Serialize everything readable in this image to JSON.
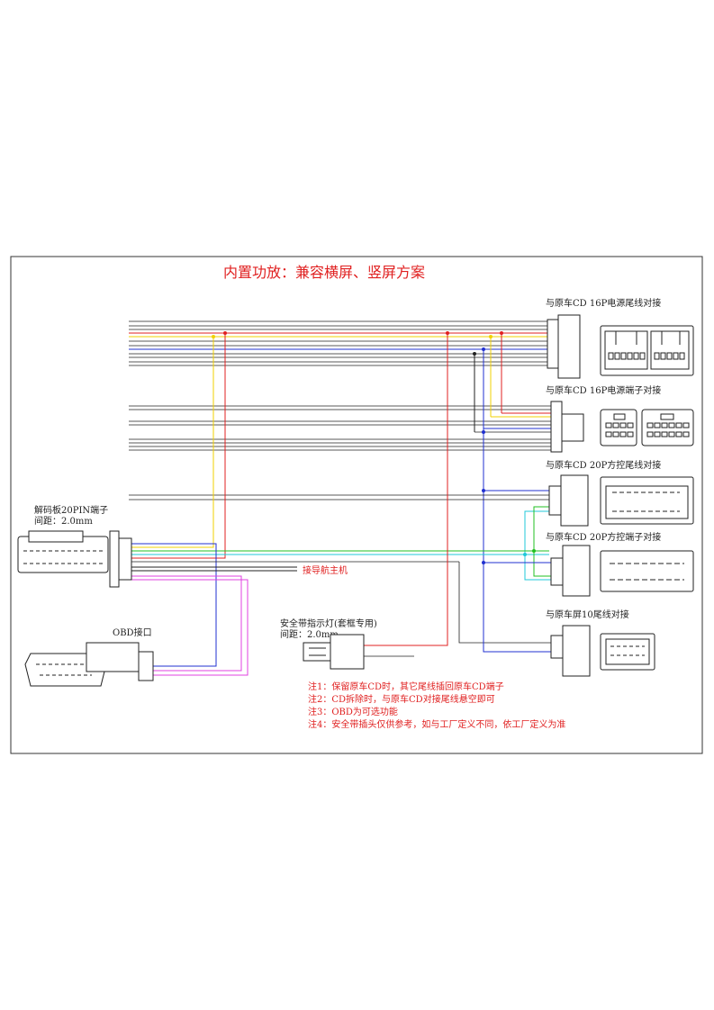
{
  "title": "内置功放：兼容横屏、竖屏方案",
  "connectors": {
    "cd16p_tail": "与原车CD 16P电源尾线对接",
    "cd16p_term": "与原车CD 16P电源端子对接",
    "cd20p_tail": "与原车CD 20P方控尾线对接",
    "cd20p_term": "与原车CD 20P方控端子对接",
    "screen10_tail": "与原车屏10尾线对接",
    "decoder_title": "解码板20PIN端子",
    "decoder_pitch": "间距：2.0mm",
    "obd": "OBD接口",
    "seatbelt_title": "安全带指示灯(套框专用)",
    "seatbelt_pitch": "间距：2.0mm",
    "nav_host": "接导航主机"
  },
  "notes": [
    "注1：保留原车CD时，其它尾线插回原车CD端子",
    "注2：CD拆除时，与原车CD对接尾线悬空即可",
    "注3：OBD为可选功能",
    "注4：安全带插头仅供参考，如与工厂定义不同，依工厂定义为准"
  ],
  "colors": {
    "frame": "#333333",
    "title": "#e02020",
    "wire_red": "#e02020",
    "wire_yellow": "#f2d000",
    "wire_blue": "#2030d0",
    "wire_green": "#20c020",
    "wire_cyan": "#20c8d8",
    "wire_magenta": "#e040e0",
    "wire_black": "#222222"
  }
}
